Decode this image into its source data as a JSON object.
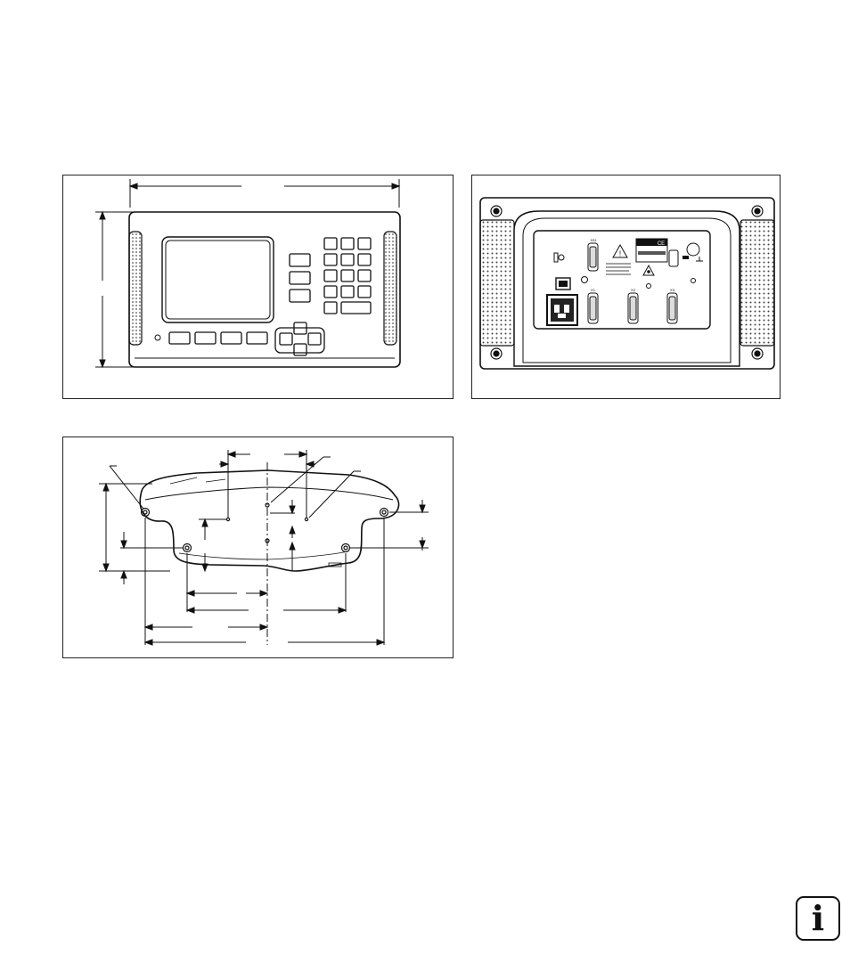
{
  "figures": {
    "front_view": {
      "description_visible": ""
    },
    "rear_view": {
      "warning_symbol": "!",
      "ce_mark": "CE",
      "connector_labels": [
        "X31",
        "X1",
        "X2",
        "X3"
      ]
    },
    "bottom_view": {
      "description_visible": ""
    }
  },
  "info_icon": {
    "glyph": "i"
  }
}
